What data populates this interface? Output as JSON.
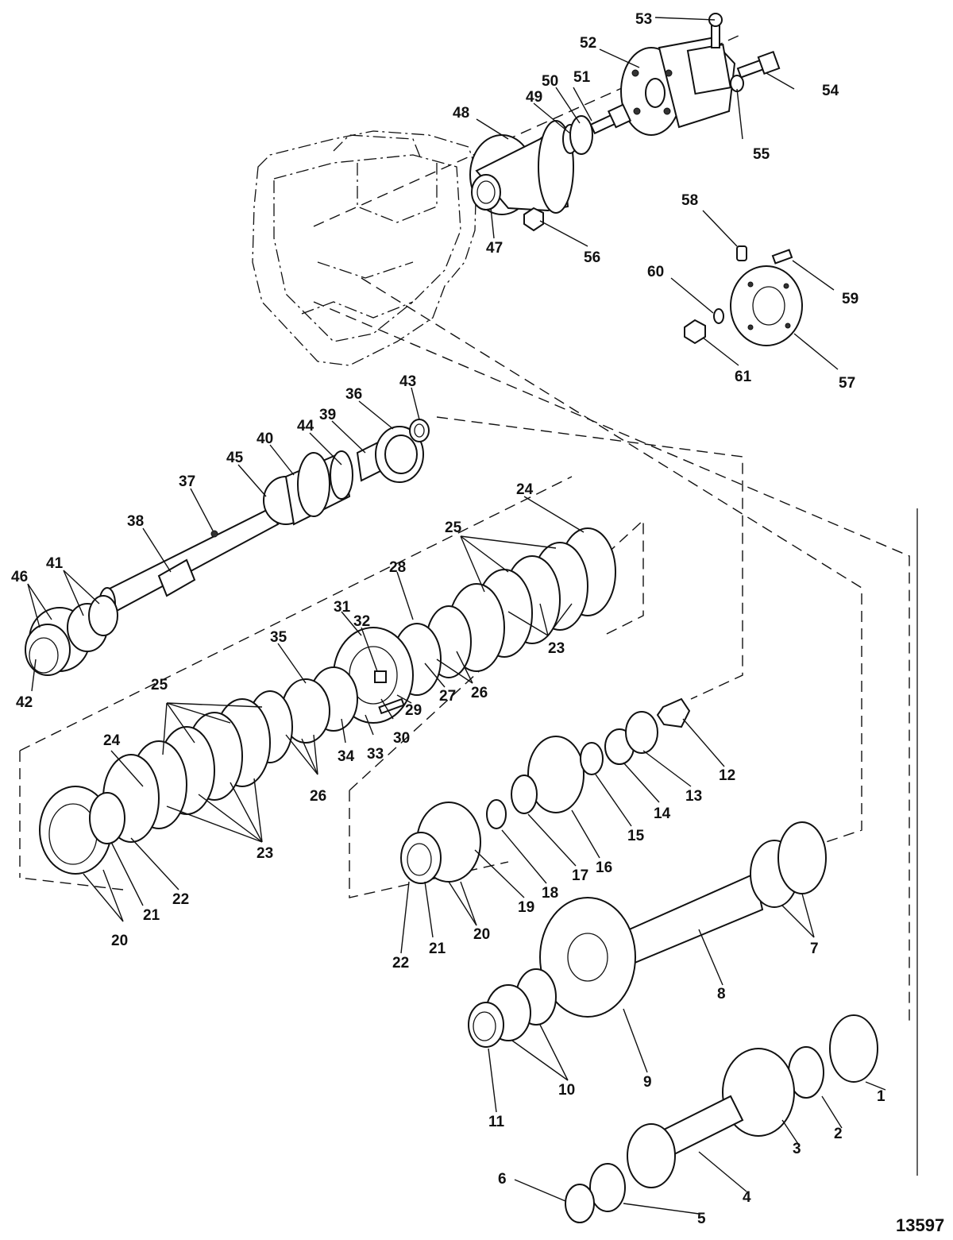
{
  "figure_number": "13597",
  "callouts": [
    {
      "n": "1"
    },
    {
      "n": "2"
    },
    {
      "n": "3"
    },
    {
      "n": "4"
    },
    {
      "n": "5"
    },
    {
      "n": "6"
    },
    {
      "n": "7"
    },
    {
      "n": "8"
    },
    {
      "n": "9"
    },
    {
      "n": "10"
    },
    {
      "n": "11"
    },
    {
      "n": "12"
    },
    {
      "n": "13"
    },
    {
      "n": "14"
    },
    {
      "n": "15"
    },
    {
      "n": "16"
    },
    {
      "n": "17"
    },
    {
      "n": "18"
    },
    {
      "n": "19"
    },
    {
      "n": "20"
    },
    {
      "n": "20"
    },
    {
      "n": "21"
    },
    {
      "n": "21"
    },
    {
      "n": "22"
    },
    {
      "n": "22"
    },
    {
      "n": "23"
    },
    {
      "n": "23"
    },
    {
      "n": "24"
    },
    {
      "n": "24"
    },
    {
      "n": "25"
    },
    {
      "n": "25"
    },
    {
      "n": "26"
    },
    {
      "n": "26"
    },
    {
      "n": "27"
    },
    {
      "n": "28"
    },
    {
      "n": "29"
    },
    {
      "n": "30"
    },
    {
      "n": "31"
    },
    {
      "n": "32"
    },
    {
      "n": "33"
    },
    {
      "n": "34"
    },
    {
      "n": "35"
    },
    {
      "n": "36"
    },
    {
      "n": "37"
    },
    {
      "n": "38"
    },
    {
      "n": "39"
    },
    {
      "n": "40"
    },
    {
      "n": "41"
    },
    {
      "n": "42"
    },
    {
      "n": "43"
    },
    {
      "n": "44"
    },
    {
      "n": "45"
    },
    {
      "n": "46"
    },
    {
      "n": "47"
    },
    {
      "n": "48"
    },
    {
      "n": "49"
    },
    {
      "n": "50"
    },
    {
      "n": "51"
    },
    {
      "n": "52"
    },
    {
      "n": "53"
    },
    {
      "n": "54"
    },
    {
      "n": "55"
    },
    {
      "n": "56"
    },
    {
      "n": "57"
    },
    {
      "n": "58"
    },
    {
      "n": "59"
    },
    {
      "n": "60"
    },
    {
      "n": "61"
    }
  ]
}
